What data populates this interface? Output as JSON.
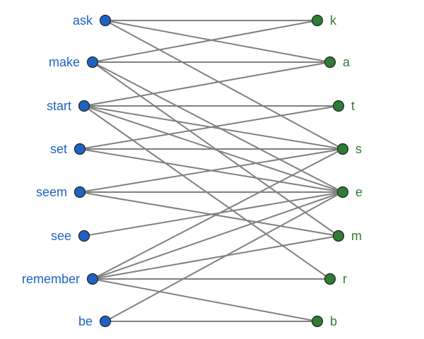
{
  "graph": {
    "colors": {
      "left": "#1f63c2",
      "right": "#2e7d32",
      "edge": "#808080"
    },
    "left_nodes": [
      {
        "id": "ask",
        "label": "ask"
      },
      {
        "id": "make",
        "label": "make"
      },
      {
        "id": "start",
        "label": "start"
      },
      {
        "id": "set",
        "label": "set"
      },
      {
        "id": "seem",
        "label": "seem"
      },
      {
        "id": "see",
        "label": "see"
      },
      {
        "id": "remember",
        "label": "remember"
      },
      {
        "id": "be",
        "label": "be"
      }
    ],
    "right_nodes": [
      {
        "id": "k",
        "label": "k"
      },
      {
        "id": "a",
        "label": "a"
      },
      {
        "id": "t",
        "label": "t"
      },
      {
        "id": "s",
        "label": "s"
      },
      {
        "id": "e",
        "label": "e"
      },
      {
        "id": "m",
        "label": "m"
      },
      {
        "id": "r",
        "label": "r"
      },
      {
        "id": "b",
        "label": "b"
      }
    ],
    "edges": [
      [
        "ask",
        "k"
      ],
      [
        "ask",
        "a"
      ],
      [
        "ask",
        "s"
      ],
      [
        "make",
        "k"
      ],
      [
        "make",
        "a"
      ],
      [
        "make",
        "e"
      ],
      [
        "make",
        "m"
      ],
      [
        "start",
        "a"
      ],
      [
        "start",
        "t"
      ],
      [
        "start",
        "s"
      ],
      [
        "start",
        "e"
      ],
      [
        "start",
        "r"
      ],
      [
        "set",
        "t"
      ],
      [
        "set",
        "s"
      ],
      [
        "set",
        "e"
      ],
      [
        "seem",
        "s"
      ],
      [
        "seem",
        "e"
      ],
      [
        "seem",
        "m"
      ],
      [
        "see",
        "e"
      ],
      [
        "remember",
        "s"
      ],
      [
        "remember",
        "e"
      ],
      [
        "remember",
        "m"
      ],
      [
        "remember",
        "r"
      ],
      [
        "remember",
        "b"
      ],
      [
        "be",
        "e"
      ],
      [
        "be",
        "b"
      ]
    ]
  }
}
